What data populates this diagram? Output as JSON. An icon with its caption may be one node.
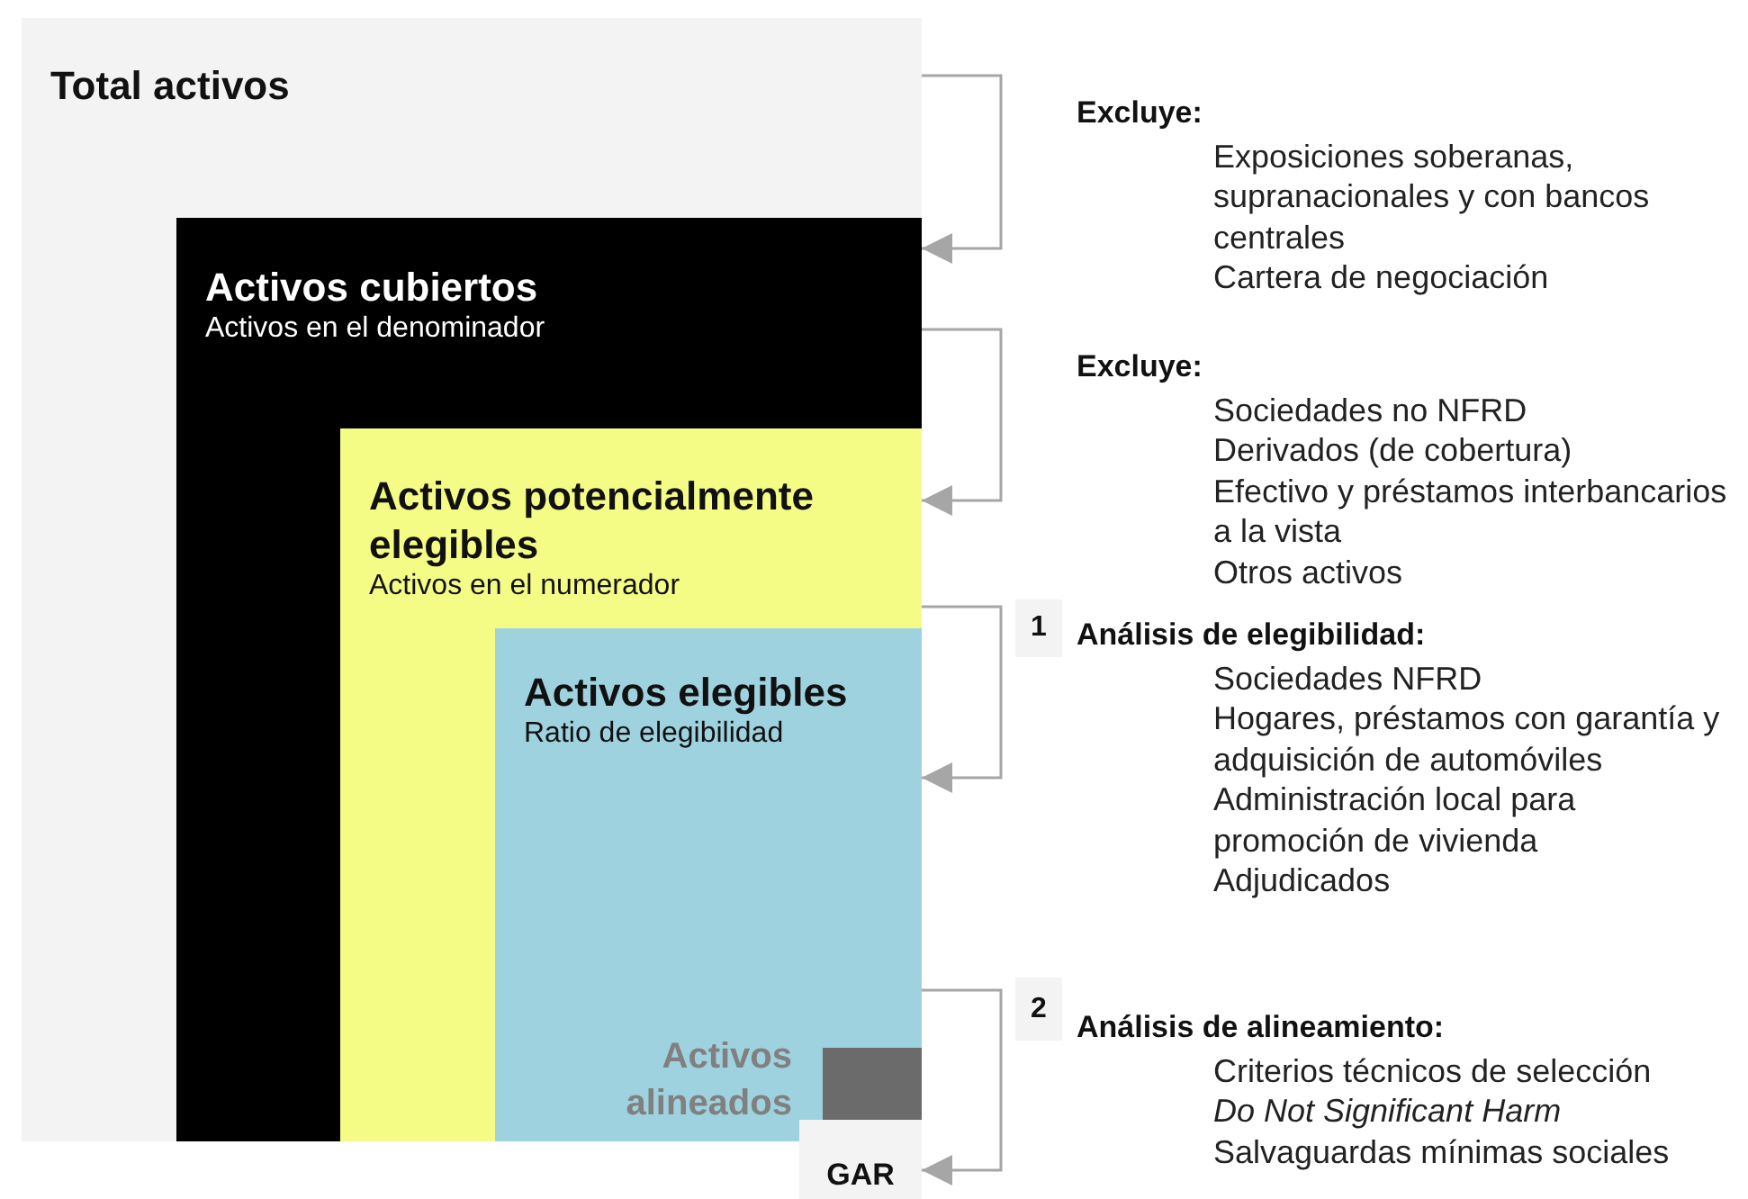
{
  "diagram": {
    "nodes": [
      {
        "text": [
          "Total activos"
        ]
      },
      {
        "text": [
          "Activos cubiertos",
          "Activos en el denominador"
        ],
        "in": 0
      },
      {
        "text": [
          "Activos potencialmente elegibles",
          "Activos en el numerador"
        ],
        "in": 1
      },
      {
        "text": [
          "Activos elegibles",
          "Ratio de elegibilidad"
        ],
        "in": 2
      },
      {
        "text": [
          "Activos alineados"
        ],
        "in": 3
      },
      {
        "text": [
          "GAR"
        ]
      },
      {
        "text": [
          "1"
        ]
      },
      {
        "text": [
          "2"
        ]
      }
    ],
    "edges": [
      {
        "from": 0,
        "to": 1,
        "arrow": "to"
      },
      {
        "from": 1,
        "to": 2,
        "arrow": "to"
      },
      {
        "from": 2,
        "to": 3,
        "arrow": "to"
      },
      {
        "from": 3,
        "to": 5,
        "arrow": "to"
      }
    ],
    "labels": [
      "Excluye:",
      "Exposiciones soberanas, supranacionales y con bancos centrales",
      "Cartera de negociación",
      "Excluye:",
      "Sociedades no NFRD",
      "Derivados (de cobertura)",
      "Efectivo y préstamos interbancarios a la vista",
      "Otros activos",
      "Análisis de elegibilidad:",
      "Sociedades NFRD",
      "Hogares, préstamos con garantía y adquisición de automóviles",
      "Administración local para promoción de vivienda",
      "Adjudicados",
      "Análisis de alineamiento:",
      "Criterios técnicos de selección",
      "Do Not Significant Harm",
      "Salvaguardas mínimas sociales"
    ]
  }
}
